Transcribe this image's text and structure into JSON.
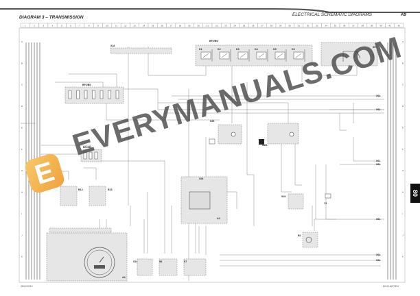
{
  "header": {
    "diagram_title": "DIAGRAM 3 – TRANSMISSION",
    "section_title": "ELECTRICAL SCHEMATIC DIAGRAMS",
    "page_code": "A9"
  },
  "side_tab": "80",
  "footer": {
    "left": "28/10/2010",
    "right": "80-02-6672EN"
  },
  "watermark": {
    "text": "EVERYMANUALS.COM",
    "logo_letter": "E",
    "logo_color": "#f0a23a"
  },
  "grid": {
    "columns": [
      "1",
      "2",
      "3",
      "4",
      "5",
      "6",
      "7",
      "8",
      "9",
      "10",
      "11",
      "12",
      "13",
      "14",
      "15",
      "16",
      "17",
      "18",
      "19",
      "20",
      "21",
      "22",
      "23",
      "24",
      "25",
      "26",
      "27",
      "28",
      "29",
      "30",
      "31",
      "32",
      "33",
      "34",
      "35",
      "36",
      "37",
      "38",
      "39",
      "40",
      "41",
      "42"
    ],
    "rows": [
      "A",
      "B",
      "C",
      "D",
      "E",
      "F",
      "G",
      "H",
      "I",
      "J",
      "K"
    ]
  },
  "components": {
    "x18": "X18",
    "relay_box": "BF2/BG",
    "relays": [
      "K1",
      "K2",
      "K3",
      "K4",
      "K5",
      "K6"
    ],
    "s5": "S5",
    "fuse_b5": "BF2/B5",
    "fuse_b6": "BF2/B6",
    "b14": "B14",
    "b13": "B13",
    "a4": "A4",
    "a2": "A2",
    "x24": "X24",
    "s25": "S25",
    "sw1": "SW1",
    "s18": "S18",
    "y2": "Y2",
    "b2": "B2",
    "s14": "S14",
    "s6": "S6",
    "s7": "S7",
    "x61": "X61",
    "x61_refs": [
      "X61",
      "X61",
      "X61",
      "X61",
      "X61",
      "X61",
      "X61"
    ]
  }
}
